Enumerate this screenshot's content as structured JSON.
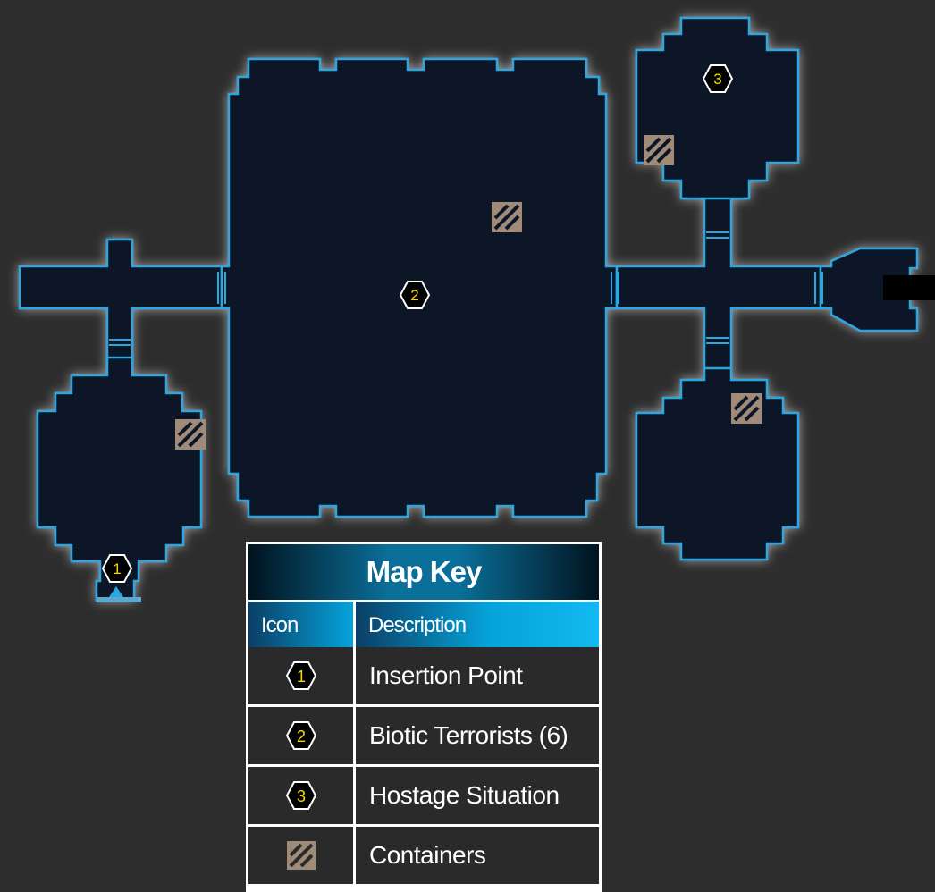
{
  "colors": {
    "background": "#2d2d2d",
    "room_fill": "#0c1628",
    "room_border": "#2aa6e0",
    "marker_text": "#f5d800",
    "container": "#a08a78"
  },
  "map": {
    "markers": [
      {
        "id": "1",
        "label": "1"
      },
      {
        "id": "2",
        "label": "2"
      },
      {
        "id": "3",
        "label": "3"
      }
    ],
    "containers_icon": "container-crate-icon"
  },
  "map_key": {
    "title": "Map Key",
    "headers": {
      "icon": "Icon",
      "description": "Description"
    },
    "rows": [
      {
        "icon": "marker-1-icon",
        "marker": "1",
        "description": "Insertion Point"
      },
      {
        "icon": "marker-2-icon",
        "marker": "2",
        "description": "Biotic Terrorists (6)"
      },
      {
        "icon": "marker-3-icon",
        "marker": "3",
        "description": "Hostage Situation"
      },
      {
        "icon": "container-crate-icon",
        "marker": "",
        "description": "Containers"
      }
    ]
  }
}
